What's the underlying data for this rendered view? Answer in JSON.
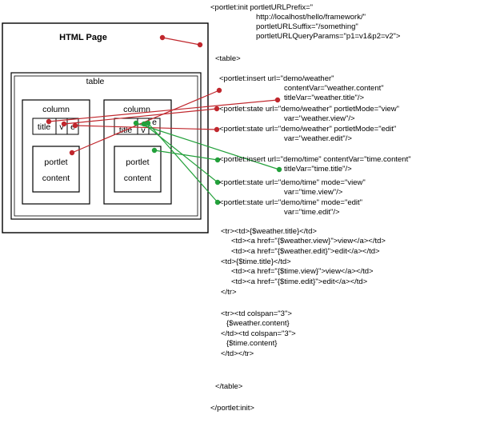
{
  "page": {
    "title": "HTML Page",
    "table_label": "table",
    "columns": [
      {
        "label": "column",
        "cells": [
          "title",
          "v",
          "e"
        ],
        "portlet_line1": "portlet",
        "portlet_line2": "content"
      },
      {
        "label": "column",
        "cells": [
          "title",
          "v",
          "e"
        ],
        "portlet_line1": "portlet",
        "portlet_line2": "content"
      }
    ]
  },
  "code_lines": [
    "<portlet:init portletURLPrefix=\"",
    "http://localhost/hello/framework/\"",
    "portletURLSuffix=\"/something\"",
    "portletURLQueryParams=\"p1=v1&p2=v2\">",
    "<table>",
    "<portlet:insert url=\"demo/weather\"",
    "contentVar=\"weather.content\"",
    "titleVar=\"weather.title\"/>",
    "<portlet:state url=\"demo/weather\" portletMode=\"view\"",
    "var=\"weather.view\"/>",
    "<portlet:state url=\"demo/weather\" portletMode=\"edit\"",
    "var=\"weather.edit\"/>",
    "<portlet:insert url=\"demo/time\" contentVar=\"time.content\"",
    "titleVar=\"time.title\"/>",
    "<portlet:state url=\"demo/time\" mode=\"view\"",
    "var=\"time.view\"/>",
    "<portlet:state url=\"demo/time\" mode=\"edit\"",
    "var=\"time.edit\"/>",
    "<tr><td>{$weather.title}</td>",
    "<td><a href=\"{$weather.view}\">view</a></td>",
    "<td><a href=\"{$weather.edit}\">edit</a></td>",
    "<td>{$time.title}</td>",
    "<td><a href=\"{$time.view}\">view</a></td>",
    "<td><a href=\"{$time.edit}\">edit</a></td>",
    "</tr>",
    "<tr><td colspan=\"3\">",
    "{$weather.content}",
    "</td><td colspan=\"3\">",
    "{$time.content}",
    "</td></tr>",
    "</table>",
    "</portlet:init>"
  ],
  "colors": {
    "weather_connector": "#c0272d",
    "time_connector": "#22a03a",
    "frame": "#000000"
  }
}
